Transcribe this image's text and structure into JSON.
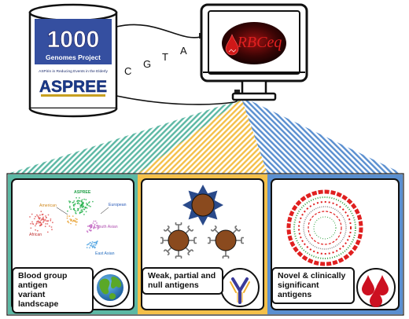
{
  "database": {
    "logo_number": "1000",
    "logo_subtitle": "Genomes Project",
    "tagline": "ASPirin in Reducing Events in the Elderly",
    "aspree_logo": "ASPREE"
  },
  "sequence_letters": [
    "C",
    "G",
    "T",
    "A"
  ],
  "monitor": {
    "app_name": "RBCeq"
  },
  "panels": [
    {
      "caption_line1": "Blood group antigen",
      "caption_line2": "variant landscape",
      "accent": "#5cb8a4",
      "scatter_labels": {
        "american": "American",
        "aspree": "ASPREE",
        "european": "European",
        "african": "African",
        "south_asian": "South Asian",
        "east_asian": "East Asian"
      }
    },
    {
      "caption_line1": "Weak, partial and",
      "caption_line2": "null antigens",
      "accent": "#f4c04a"
    },
    {
      "caption_line1": "Novel & clinically",
      "caption_line2": "significant antigens",
      "accent": "#5a8fd0"
    }
  ],
  "colors": {
    "scatter_red": "#e05050",
    "scatter_green": "#22b04a",
    "scatter_purple": "#c060c0",
    "scatter_blue": "#4aa0e0",
    "drop_red": "#cc1020",
    "cell_brown": "#8a4a1e"
  }
}
